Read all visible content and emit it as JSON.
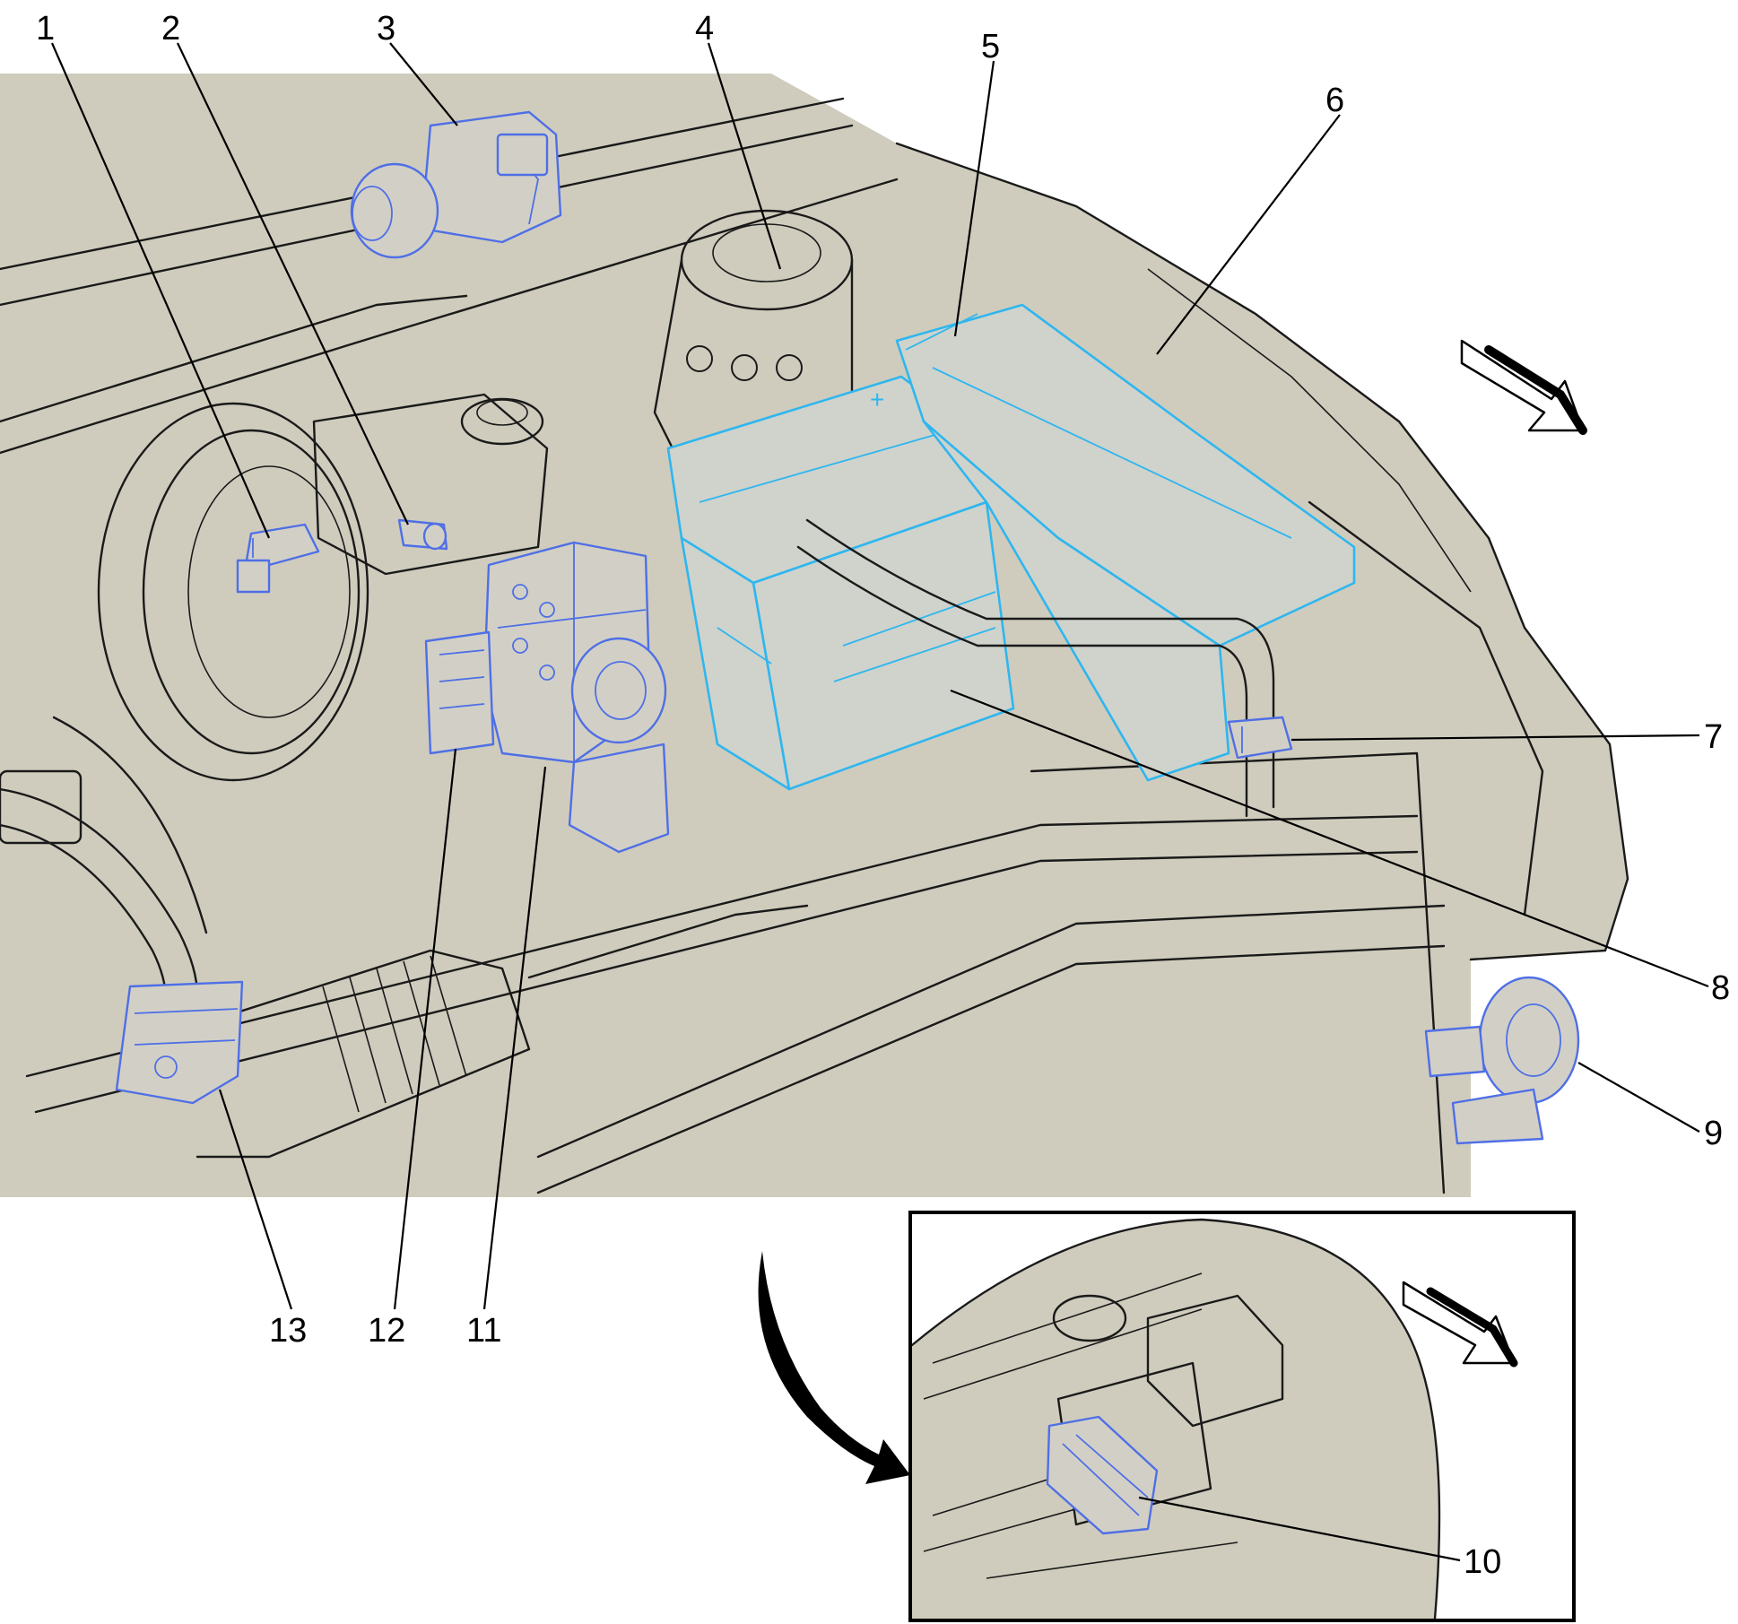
{
  "callouts": [
    {
      "label": "1"
    },
    {
      "label": "2"
    },
    {
      "label": "3"
    },
    {
      "label": "4"
    },
    {
      "label": "5"
    },
    {
      "label": "6"
    },
    {
      "label": "7"
    },
    {
      "label": "8"
    },
    {
      "label": "9"
    },
    {
      "label": "10"
    },
    {
      "label": "11"
    },
    {
      "label": "12"
    },
    {
      "label": "13"
    }
  ],
  "colors": {
    "background_panel": "#cfccbd",
    "highlight_blue": "#4f6fe6",
    "highlight_cyan": "#2fb6ef",
    "line": "#1a1a1a"
  },
  "icons": {
    "direction_arrow_main": "forward-direction-arrow-icon",
    "direction_arrow_inset": "forward-direction-arrow-icon",
    "inset_pointer": "curved-pointer-arrow-icon"
  }
}
